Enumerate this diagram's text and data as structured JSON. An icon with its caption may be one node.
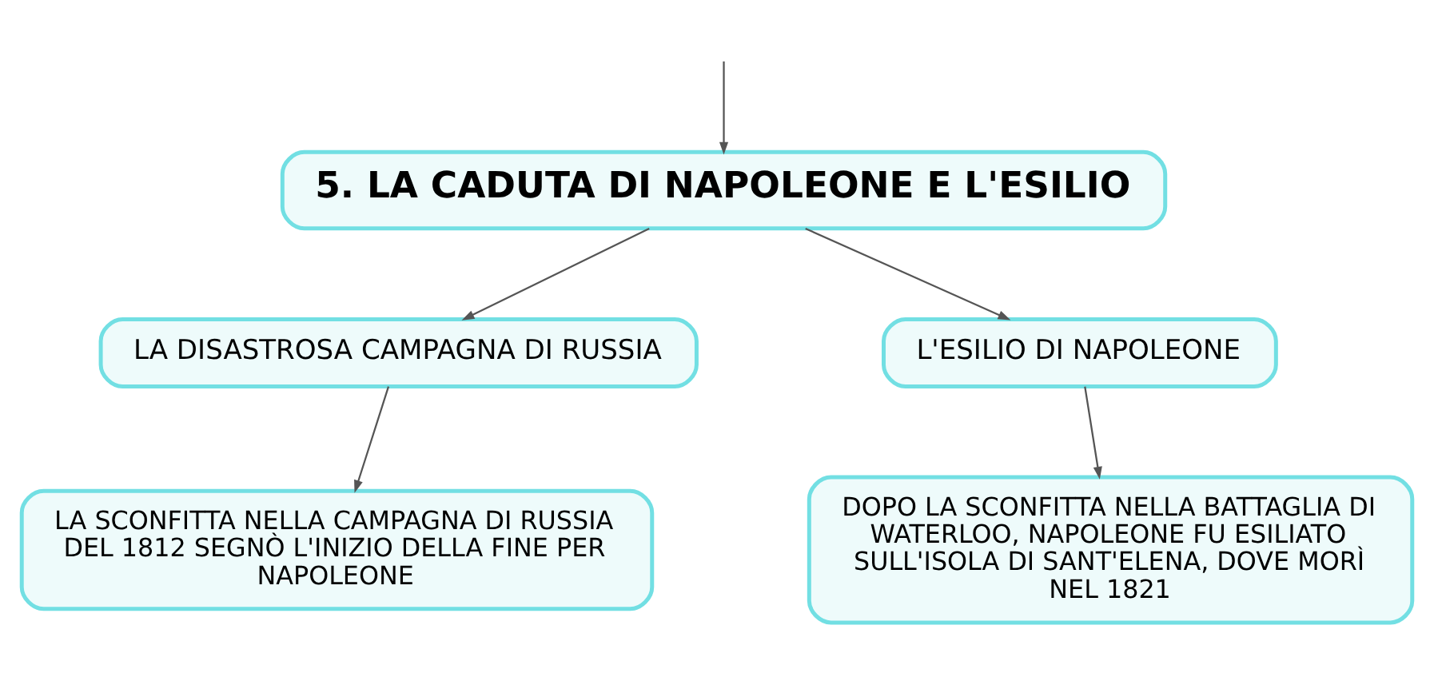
{
  "diagram": {
    "nodes": [
      {
        "text": [
          "5. LA CADUTA DI NAPOLEONE E L'ESILIO"
        ]
      },
      {
        "text": [
          "LA DISASTROSA CAMPAGNA DI RUSSIA"
        ]
      },
      {
        "text": [
          "L'ESILIO DI NAPOLEONE"
        ]
      },
      {
        "text": [
          "LA SCONFITTA NELLA CAMPAGNA DI RUSSIA DEL 1812 SEGNÒ L'INIZIO DELLA FINE PER NAPOLEONE"
        ]
      },
      {
        "text": [
          "DOPO LA SCONFITTA NELLA BATTAGLIA DI WATERLOO, NAPOLEONE FU ESILIATO SULL'ISOLA DI SANT'ELENA, DOVE MORÌ NEL 1821"
        ]
      }
    ],
    "edges": [
      {
        "from": null,
        "to": 0,
        "arrow": "to"
      },
      {
        "from": 0,
        "to": 1,
        "arrow": "to"
      },
      {
        "from": 0,
        "to": 2,
        "arrow": "to"
      },
      {
        "from": 1,
        "to": 3,
        "arrow": "to"
      },
      {
        "from": 2,
        "to": 4,
        "arrow": "to"
      }
    ]
  }
}
